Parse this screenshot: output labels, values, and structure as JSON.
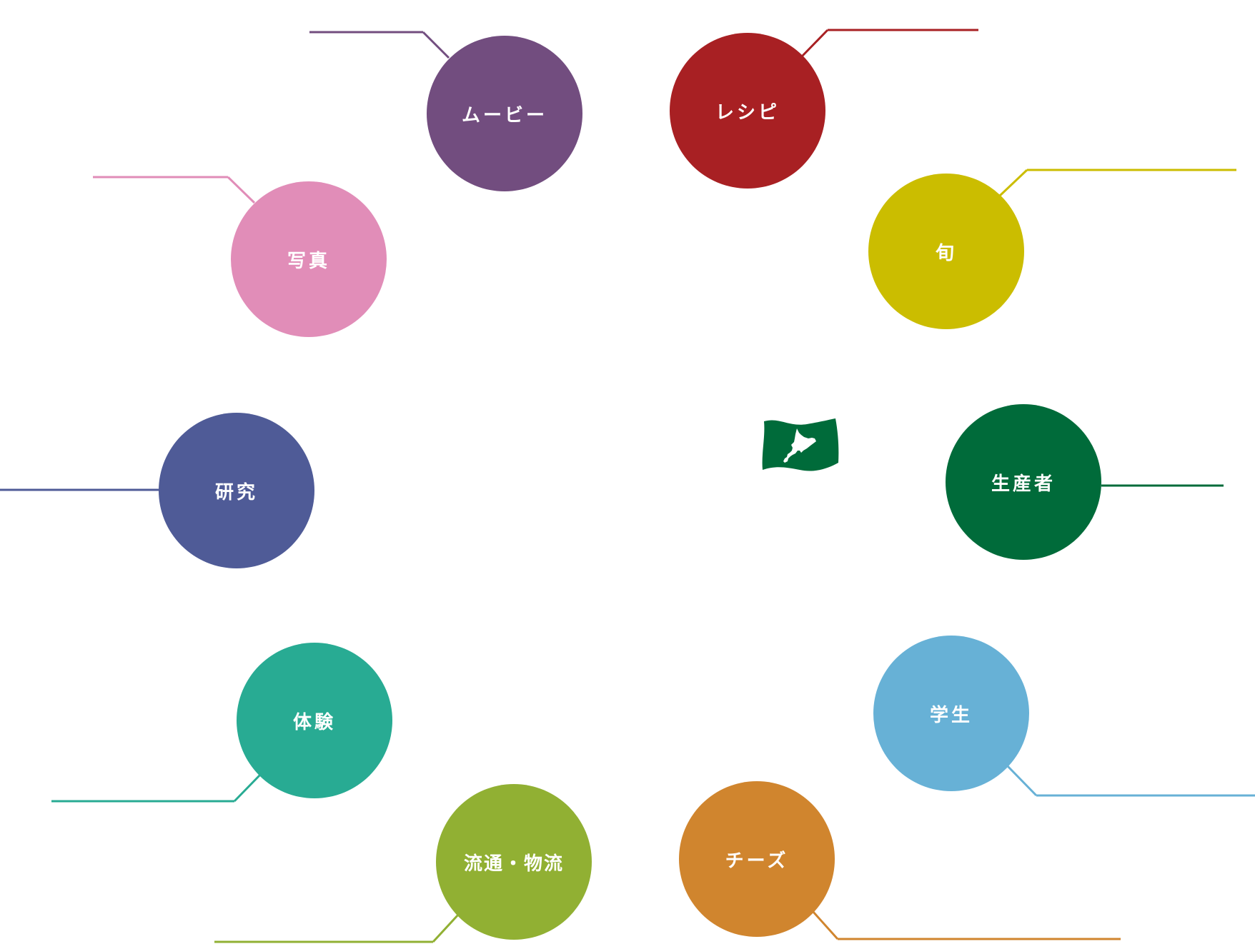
{
  "logo": {
    "icon": "hokkaido-flag-icon",
    "color": "#006b3a"
  },
  "categories": [
    {
      "id": "recipe",
      "label": "レシピ",
      "color": "#a82023"
    },
    {
      "id": "season",
      "label": "旬",
      "color": "#cbbd00"
    },
    {
      "id": "producer",
      "label": "生産者",
      "color": "#006b3a"
    },
    {
      "id": "student",
      "label": "学生",
      "color": "#67b1d6"
    },
    {
      "id": "cheese",
      "label": "チーズ",
      "color": "#d0852e"
    },
    {
      "id": "distribution",
      "label": "流通・物流",
      "color": "#91b033"
    },
    {
      "id": "experience",
      "label": "体験",
      "color": "#28ab93"
    },
    {
      "id": "research",
      "label": "研究",
      "color": "#4f5b97"
    },
    {
      "id": "photo",
      "label": "写真",
      "color": "#e18db8"
    },
    {
      "id": "movie",
      "label": "ムービー",
      "color": "#724d7f"
    }
  ]
}
